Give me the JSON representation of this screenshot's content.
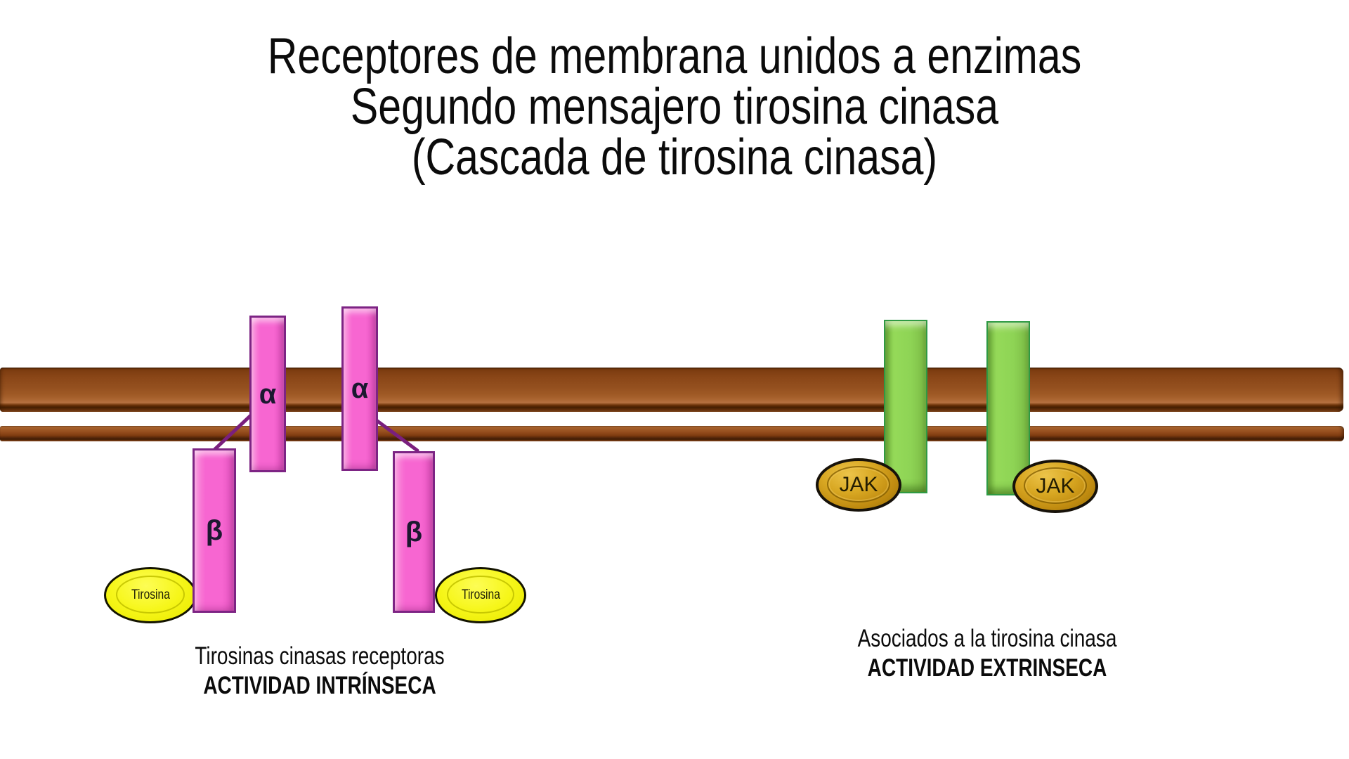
{
  "title": {
    "line1": "Receptores de membrana unidos a enzimas",
    "line2": "Segundo mensajero tirosina cinasa",
    "line3": "(Cascada de tirosina cinasa)"
  },
  "left_receptor": {
    "alpha_label": "α",
    "beta_label": "β",
    "ligand_label": "Tirosina",
    "caption_line1": "Tirosinas cinasas receptoras",
    "caption_line2": "ACTIVIDAD INTRÍNSECA"
  },
  "right_receptor": {
    "kinase_label": "JAK",
    "caption_line1": "Asociados a la tirosina cinasa",
    "caption_line2": "ACTIVIDAD EXTRINSECA"
  },
  "colors": {
    "membrane_brown": "#8a4617",
    "receptor_pink": "#f766d1",
    "receptor_pink_border": "#7d2484",
    "connector_purple": "#7a1f7e",
    "transmembrane_green": "#8ed455",
    "transmembrane_green_border": "#2f9a43",
    "kinase_gold": "#c8951a",
    "ligand_yellow": "#f4f414",
    "text_black": "#0b0b0b"
  }
}
